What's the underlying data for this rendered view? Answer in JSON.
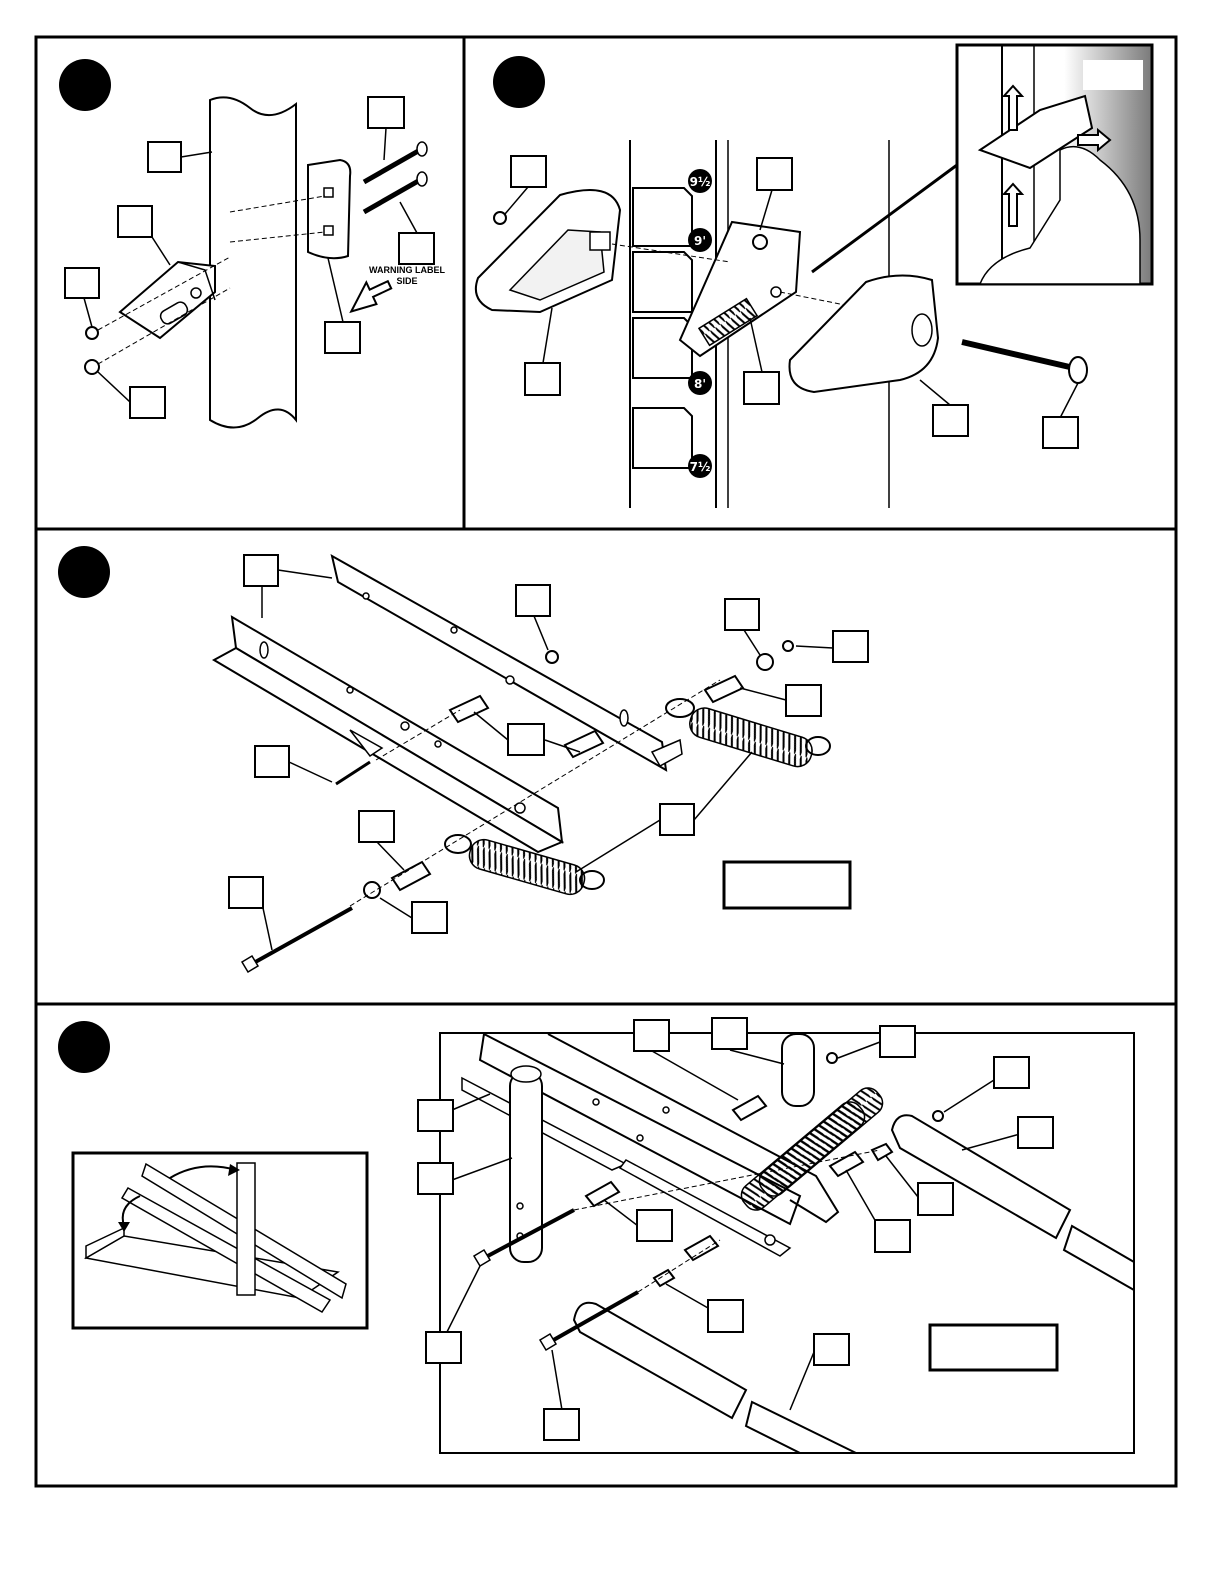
{
  "panels": {
    "panel_1": {
      "callout_boxes": 7,
      "warning_label_text": "WARNING LABEL",
      "warning_side_text": "SIDE"
    },
    "panel_2": {
      "callout_boxes": 6,
      "height_markings": [
        "9½",
        "9'",
        "8'",
        "7½"
      ]
    },
    "panel_3": {
      "callout_boxes": 11
    },
    "panel_4": {
      "callout_boxes": 15
    }
  },
  "colors": {
    "line": "#000000",
    "paper": "#ffffff",
    "shade": "#d8d8d8"
  }
}
